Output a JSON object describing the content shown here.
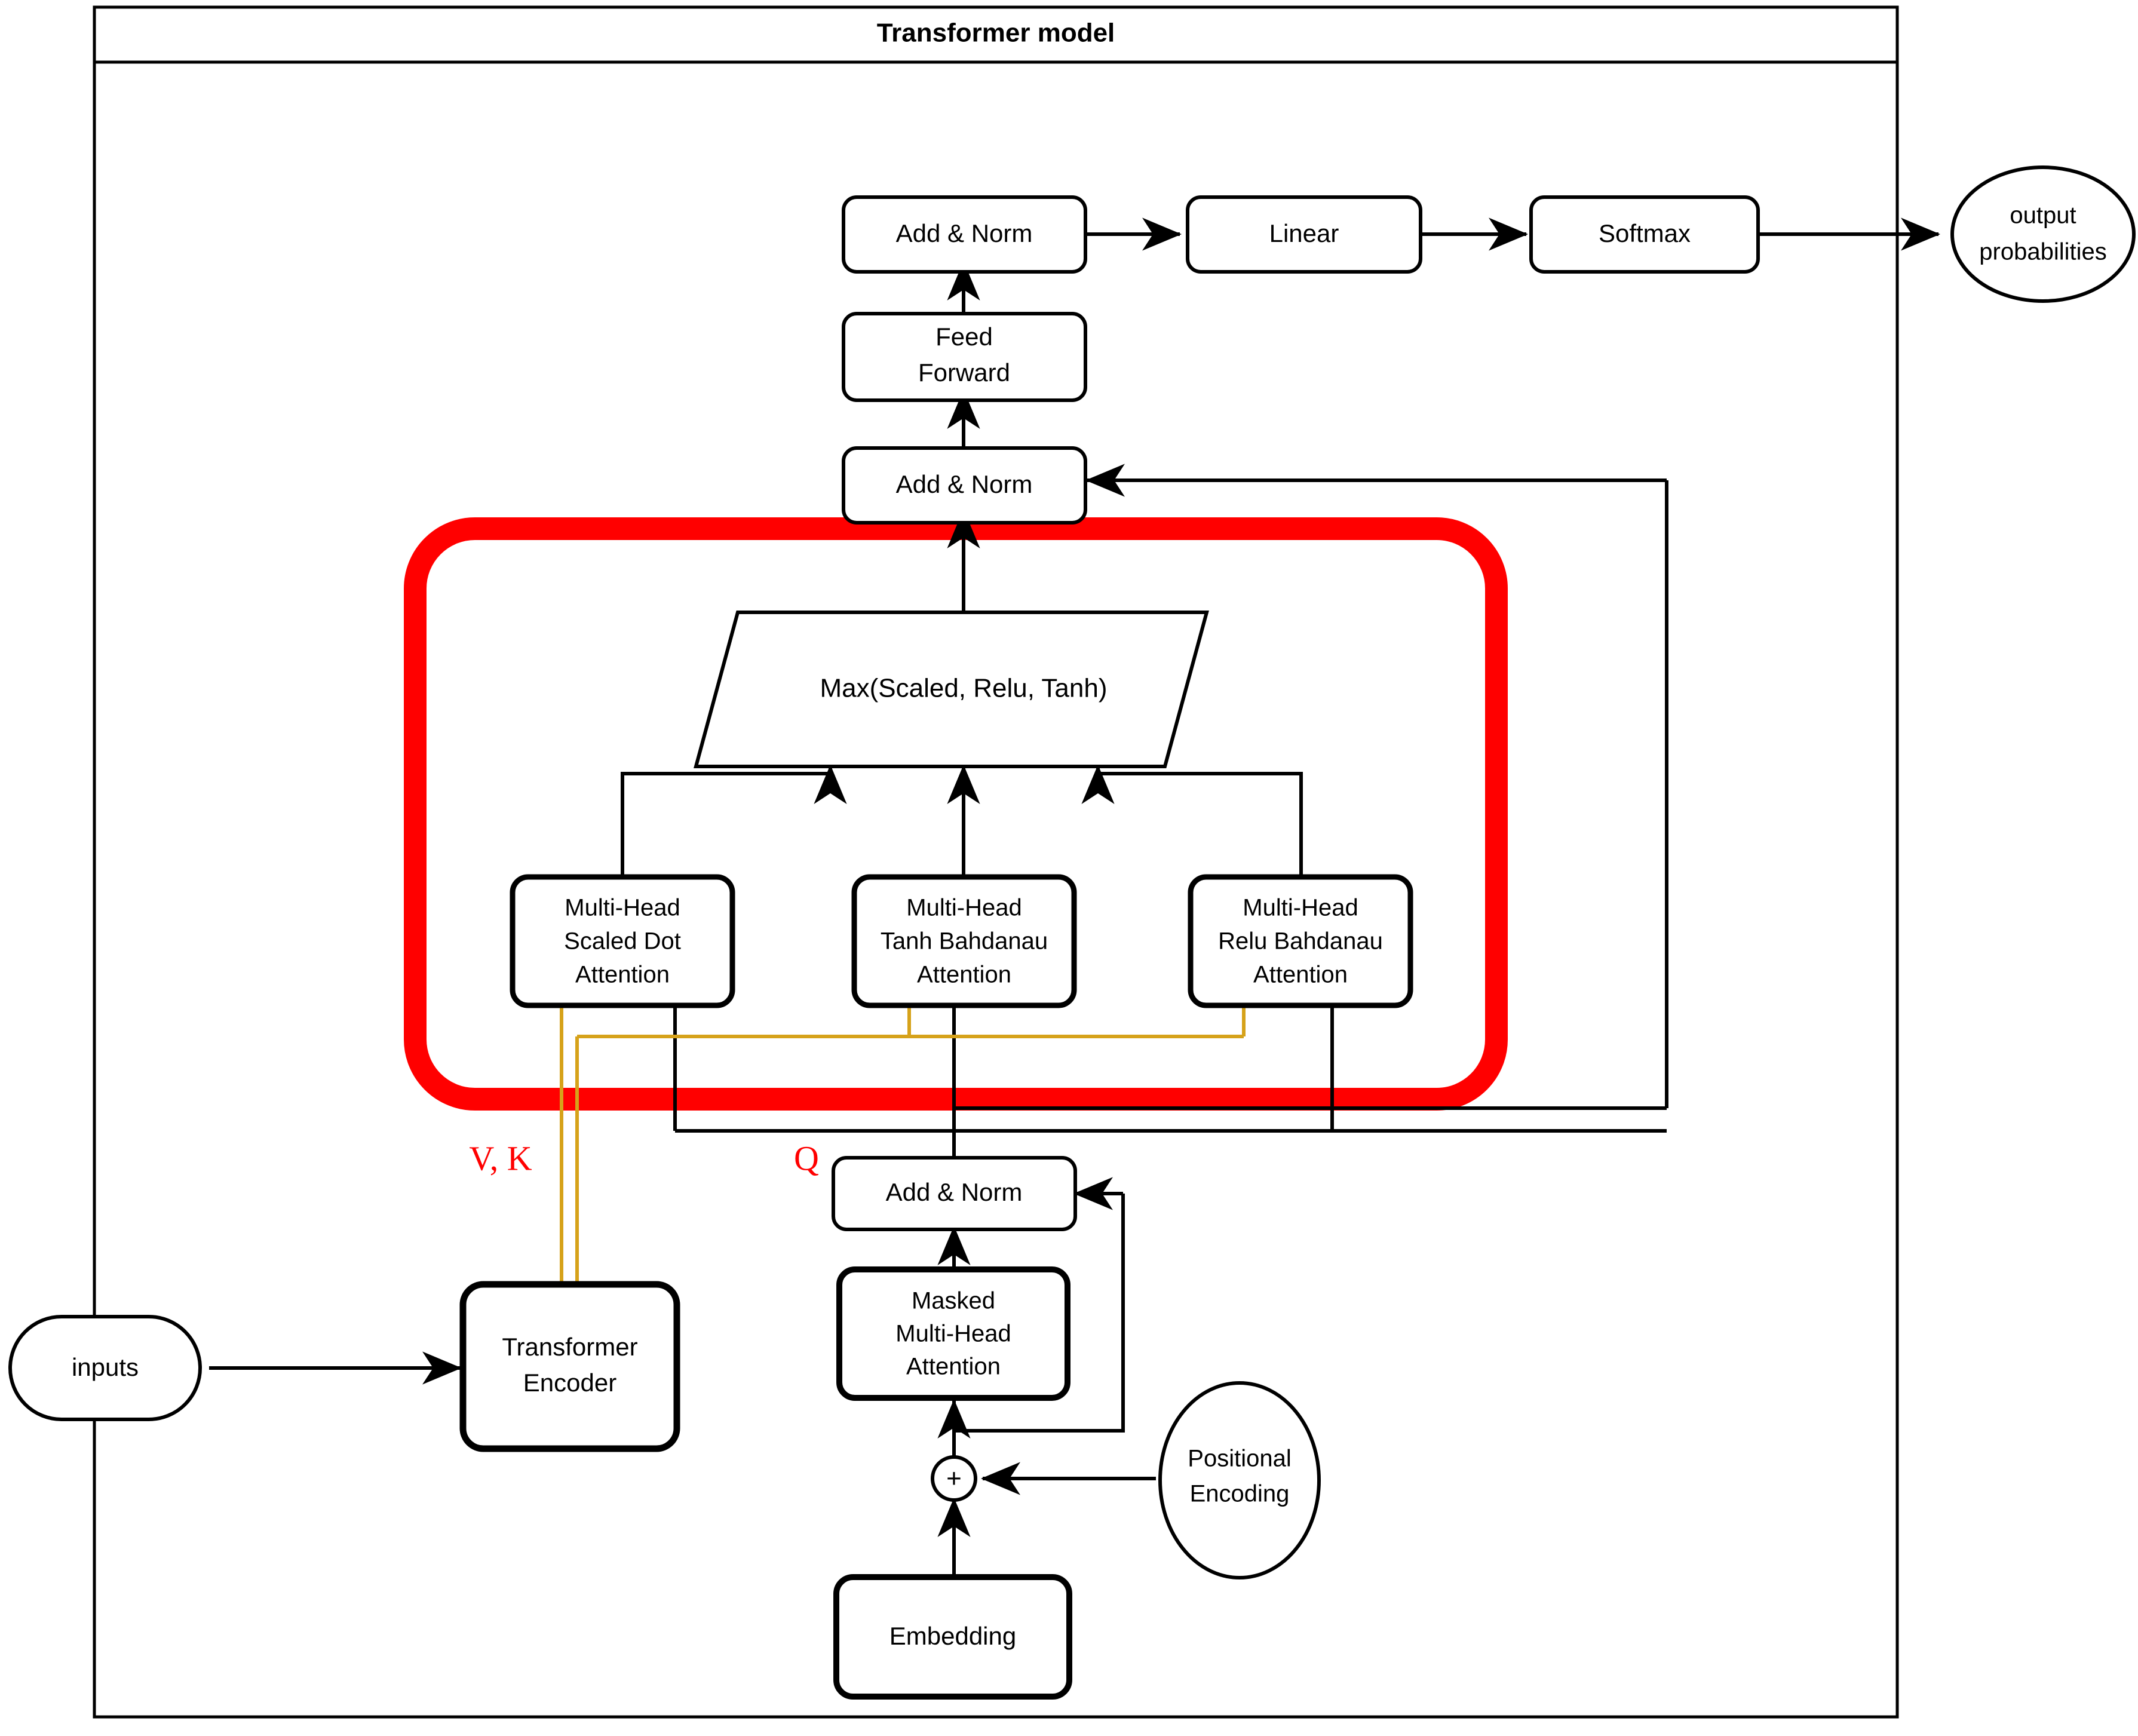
{
  "frame": {
    "title": "Transformer model",
    "title_bar_height": 92,
    "border_color": "#000000"
  },
  "colors": {
    "highlight_red": "#ff0000",
    "vk_gold": "#d6a21a",
    "edge_black": "#000000",
    "node_fill": "#ffffff",
    "label_red": "#ff0000"
  },
  "nodes": {
    "output_probabilities": {
      "label_line1": "output",
      "label_line2": "probabilities",
      "shape": "ellipse"
    },
    "softmax": {
      "label": "Softmax",
      "shape": "rounded-rect"
    },
    "linear": {
      "label": "Linear",
      "shape": "rounded-rect"
    },
    "add_norm_top": {
      "label": "Add & Norm",
      "shape": "rounded-rect"
    },
    "feed_forward": {
      "label_line1": "Feed",
      "label_line2": "Forward",
      "shape": "rounded-rect"
    },
    "add_norm_mid": {
      "label": "Add & Norm",
      "shape": "rounded-rect"
    },
    "max_op": {
      "label": "Max(Scaled, Relu, Tanh)",
      "shape": "parallelogram"
    },
    "mha_scaled_dot": {
      "label_line1": "Multi-Head",
      "label_line2": "Scaled Dot",
      "label_line3": "Attention",
      "shape": "rounded-rect"
    },
    "mha_tanh_bahdanau": {
      "label_line1": "Multi-Head",
      "label_line2": "Tanh Bahdanau",
      "label_line3": "Attention",
      "shape": "rounded-rect"
    },
    "mha_relu_bahdanau": {
      "label_line1": "Multi-Head",
      "label_line2": "Relu Bahdanau",
      "label_line3": "Attention",
      "shape": "rounded-rect"
    },
    "add_norm_bottom": {
      "label": "Add & Norm",
      "shape": "rounded-rect"
    },
    "masked_mha": {
      "label_line1": "Masked",
      "label_line2": "Multi-Head",
      "label_line3": "Attention",
      "shape": "rounded-rect"
    },
    "transformer_encoder": {
      "label_line1": "Transformer",
      "label_line2": "Encoder",
      "shape": "rounded-rect"
    },
    "inputs": {
      "label": "inputs",
      "shape": "stadium"
    },
    "sum_node": {
      "label": "+",
      "shape": "circle"
    },
    "positional_encoding": {
      "label_line1": "Positional",
      "label_line2": "Encoding",
      "shape": "ellipse"
    },
    "embedding": {
      "label": "Embedding",
      "shape": "rounded-rect"
    }
  },
  "annotations": {
    "vk": "V, K",
    "q": "Q"
  },
  "diagram_data": {
    "type": "flowchart",
    "title": "Transformer model",
    "highlight_group": {
      "color": "#ff0000",
      "members": [
        "max_op",
        "mha_scaled_dot",
        "mha_tanh_bahdanau",
        "mha_relu_bahdanau"
      ]
    },
    "edges": [
      {
        "from": "inputs",
        "to": "transformer_encoder",
        "color": "#000000"
      },
      {
        "from": "embedding",
        "to": "sum_node",
        "color": "#000000"
      },
      {
        "from": "positional_encoding",
        "to": "sum_node",
        "color": "#000000"
      },
      {
        "from": "sum_node",
        "to": "masked_mha",
        "color": "#000000"
      },
      {
        "from": "masked_mha",
        "to": "add_norm_bottom",
        "color": "#000000"
      },
      {
        "from": "sum_node",
        "to": "add_norm_bottom",
        "color": "#000000",
        "note": "residual"
      },
      {
        "from": "transformer_encoder",
        "to": "mha_scaled_dot",
        "color": "#d6a21a",
        "label": "V, K"
      },
      {
        "from": "transformer_encoder",
        "to": "mha_tanh_bahdanau",
        "color": "#d6a21a",
        "label": "V, K"
      },
      {
        "from": "transformer_encoder",
        "to": "mha_relu_bahdanau",
        "color": "#d6a21a",
        "label": "V, K"
      },
      {
        "from": "add_norm_bottom",
        "to": "mha_scaled_dot",
        "color": "#000000",
        "label": "Q"
      },
      {
        "from": "add_norm_bottom",
        "to": "mha_tanh_bahdanau",
        "color": "#000000",
        "label": "Q"
      },
      {
        "from": "add_norm_bottom",
        "to": "mha_relu_bahdanau",
        "color": "#000000",
        "label": "Q"
      },
      {
        "from": "mha_scaled_dot",
        "to": "max_op",
        "color": "#000000"
      },
      {
        "from": "mha_tanh_bahdanau",
        "to": "max_op",
        "color": "#000000"
      },
      {
        "from": "mha_relu_bahdanau",
        "to": "max_op",
        "color": "#000000"
      },
      {
        "from": "max_op",
        "to": "add_norm_mid",
        "color": "#000000"
      },
      {
        "from": "add_norm_bottom",
        "to": "add_norm_mid",
        "color": "#000000",
        "note": "residual"
      },
      {
        "from": "add_norm_mid",
        "to": "feed_forward",
        "color": "#000000"
      },
      {
        "from": "feed_forward",
        "to": "add_norm_top",
        "color": "#000000"
      },
      {
        "from": "add_norm_top",
        "to": "linear",
        "color": "#000000"
      },
      {
        "from": "linear",
        "to": "softmax",
        "color": "#000000"
      },
      {
        "from": "softmax",
        "to": "output_probabilities",
        "color": "#000000"
      }
    ]
  }
}
